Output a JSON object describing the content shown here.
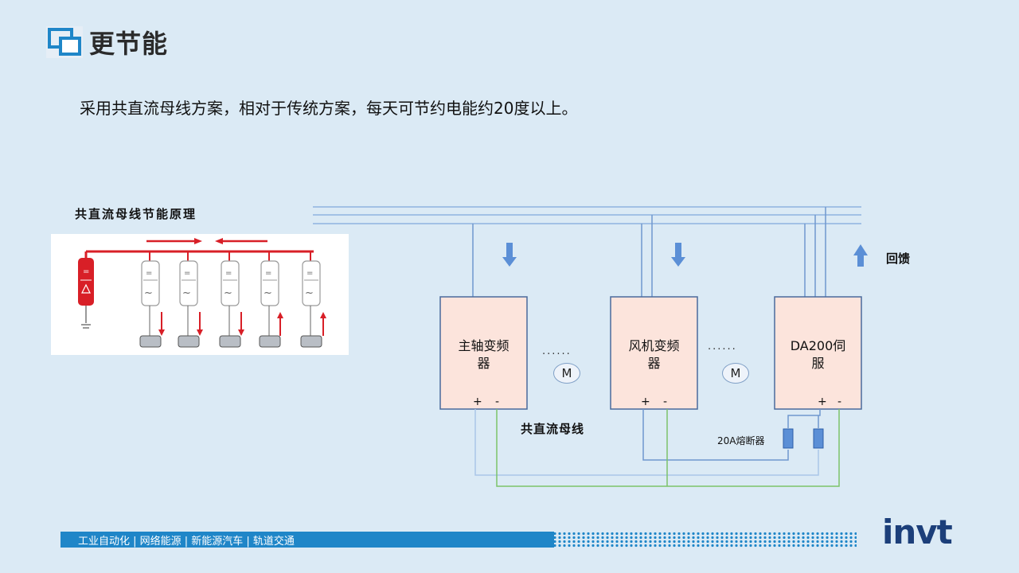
{
  "header": {
    "title": "更节能",
    "icon": "window-stack-icon"
  },
  "subtitle": "采用共直流母线方案，相对于传统方案，每天可节约电能约20度以上。",
  "left_diagram": {
    "caption": "共直流母线节能原理",
    "units": 5,
    "colors": {
      "bus": "#d81f27",
      "unit_border": "#9a9a9a"
    }
  },
  "main_diagram": {
    "boxes": [
      {
        "label_line1": "主轴变频",
        "label_line2": "器",
        "plus": "+",
        "minus": "-"
      },
      {
        "label_line1": "风机变频",
        "label_line2": "器",
        "plus": "+",
        "minus": "-"
      },
      {
        "label_line1": "DA200伺",
        "label_line2": "服",
        "plus": "+",
        "minus": "-"
      }
    ],
    "dots": "......",
    "motor_label": "M",
    "bus_label": "共直流母线",
    "fuse_label": "20A熔断器",
    "feedback_label": "回馈",
    "colors": {
      "box_fill": "#fce4dc",
      "box_border": "#4a6a9c",
      "bus_lines": "#8fb3e0",
      "green_line": "#7cc36a",
      "arrow": "#5b8fd6"
    }
  },
  "footer": {
    "text": "工业自动化  |  网络能源  |  新能源汽车  |  轨道交通",
    "logo": "invt",
    "colors": {
      "bar": "#1f86c8"
    }
  }
}
